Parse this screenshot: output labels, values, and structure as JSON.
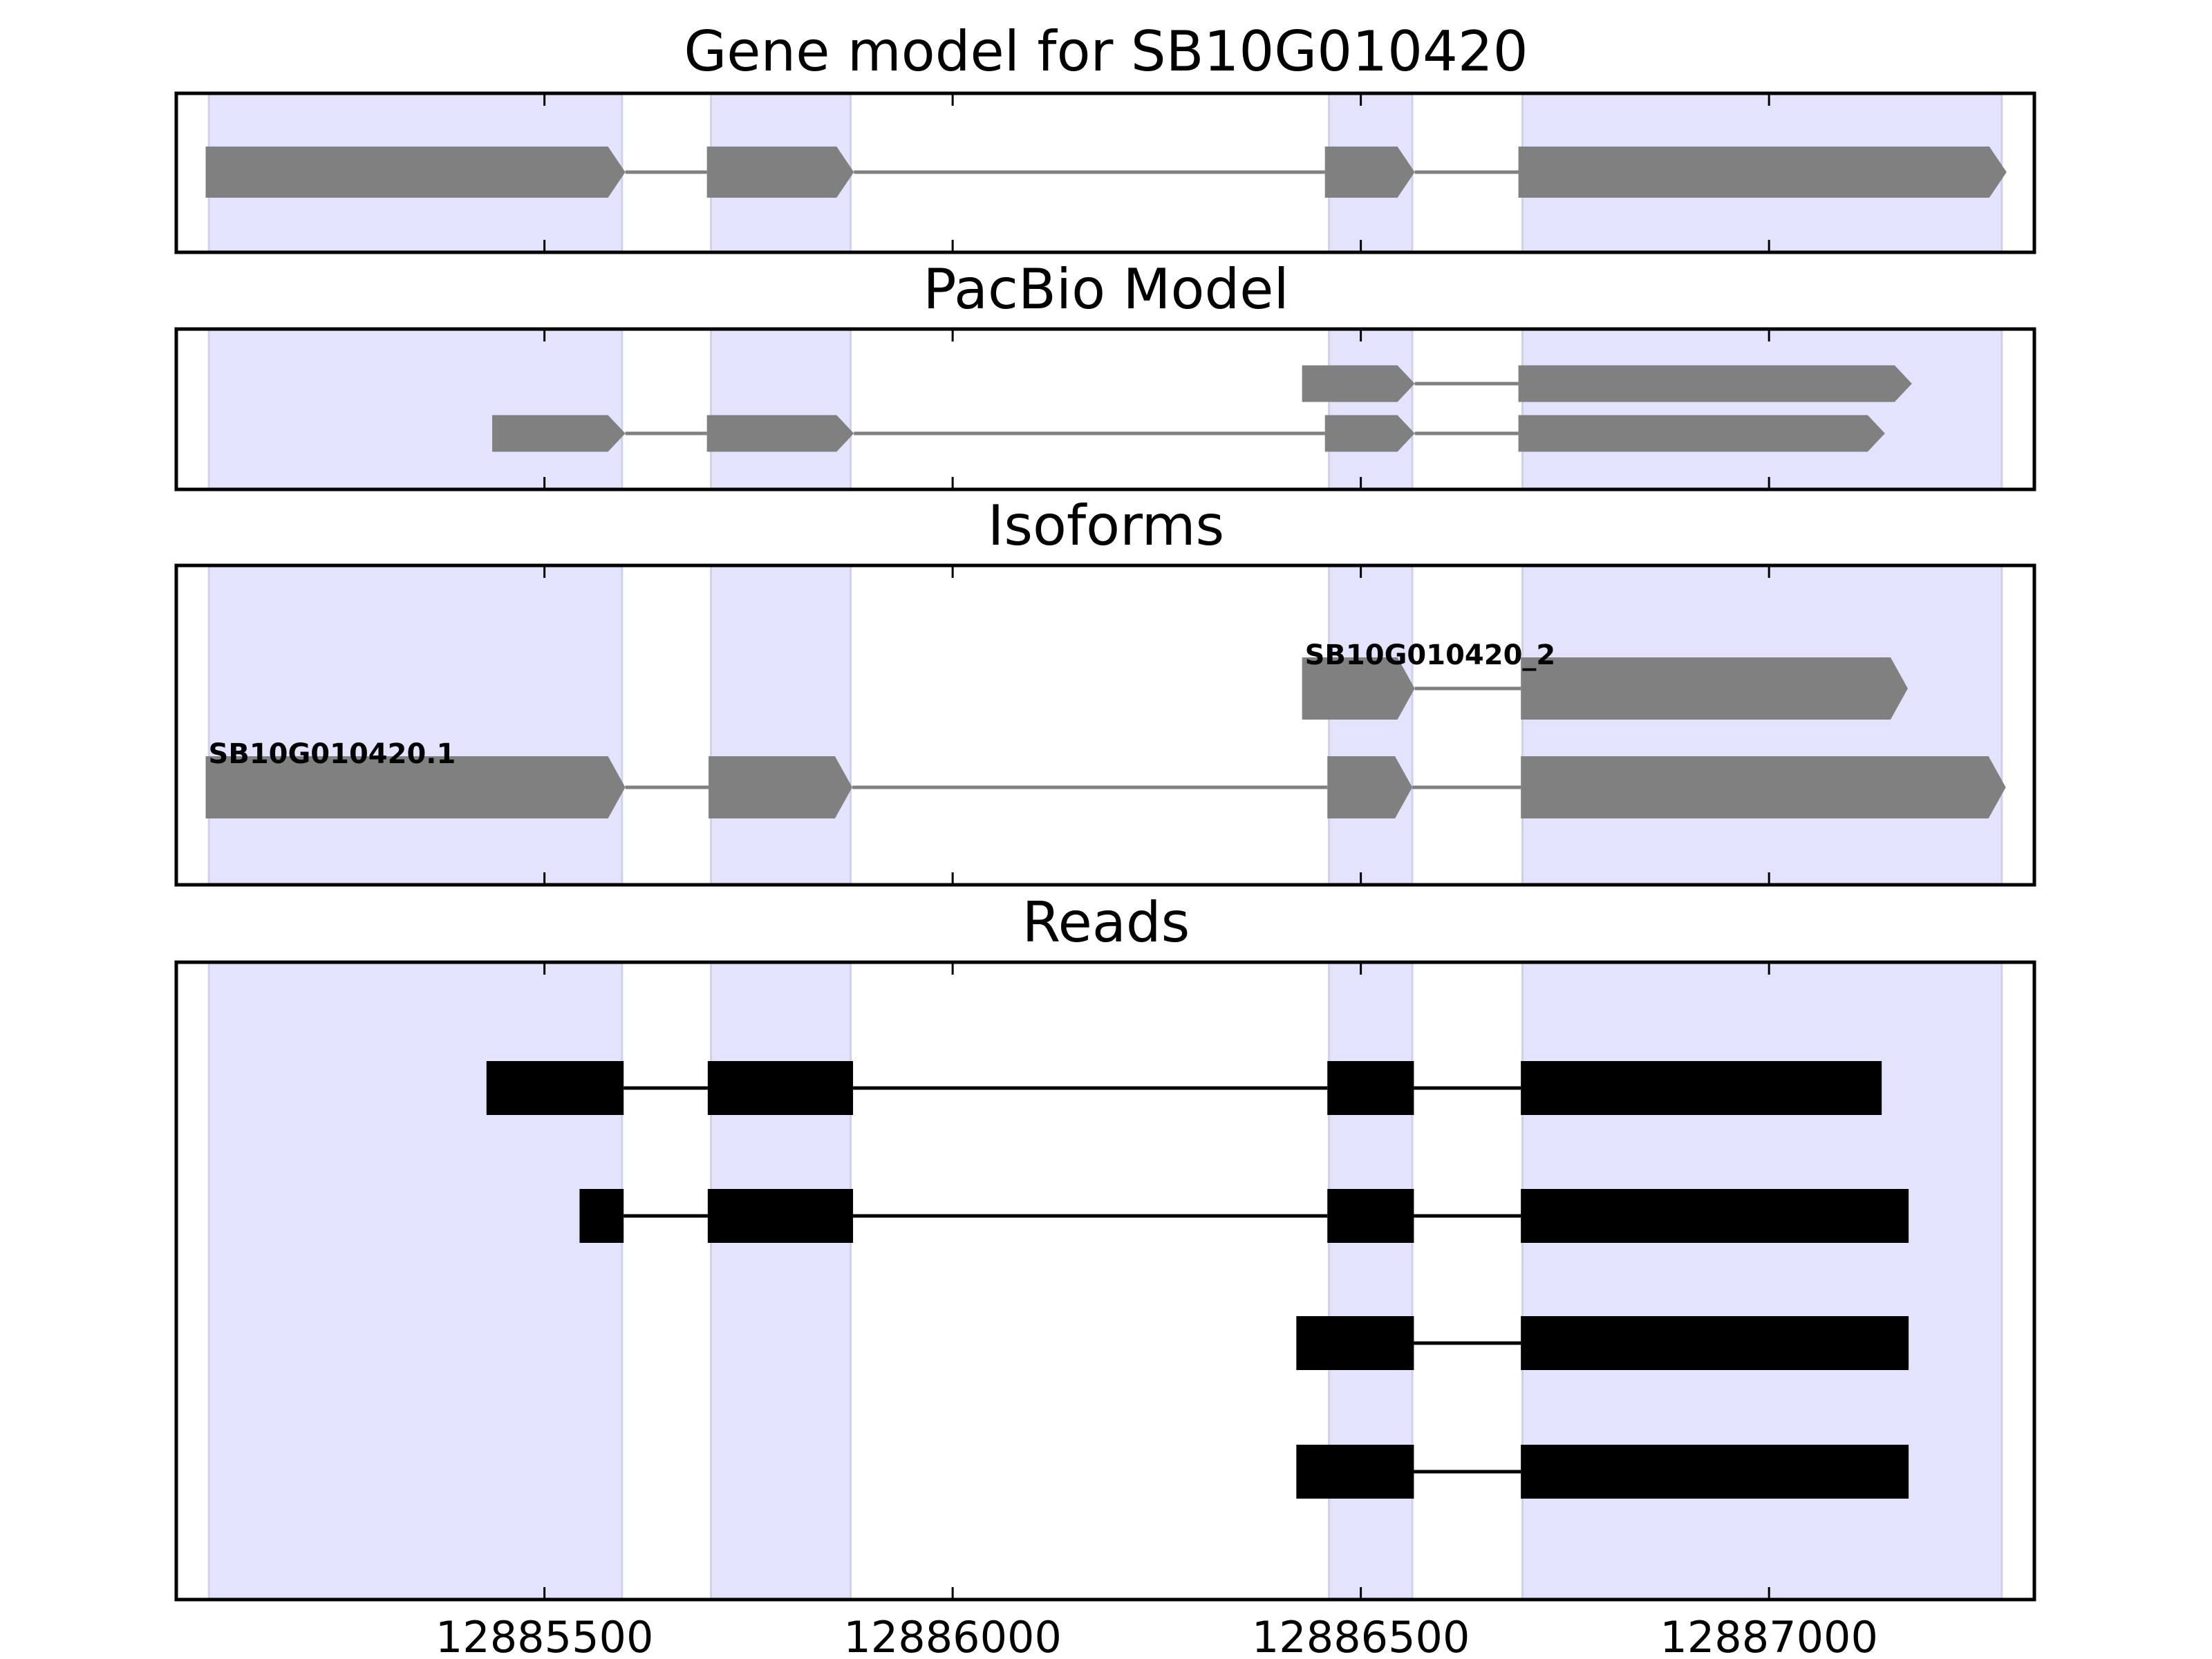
{
  "chart_data": {
    "type": "gene-track",
    "xlim": [
      12885049,
      12887325
    ],
    "x_ticks": [
      12885500,
      12886000,
      12886500,
      12887000
    ],
    "tick_labels": [
      "12885500",
      "12886000",
      "12886500",
      "12887000"
    ],
    "colors": {
      "shade": "#e3e3fd",
      "feature": "#808080",
      "read": "#000000"
    },
    "shaded_regions": [
      [
        12885089,
        12885595
      ],
      [
        12885704,
        12885875
      ],
      [
        12886461,
        12886563
      ],
      [
        12886698,
        12887285
      ]
    ],
    "panels": [
      {
        "title": "Gene model for SB10G010420",
        "style": "arrow",
        "rows": [
          {
            "exons": [
              [
                12885085,
                12885599
              ],
              [
                12885699,
                12885879
              ],
              [
                12886456,
                12886566
              ],
              [
                12886693,
                12887291
              ]
            ]
          }
        ]
      },
      {
        "title": "PacBio Model",
        "style": "arrow",
        "rows": [
          {
            "exons": [
              [
                12886428,
                12886566
              ],
              [
                12886693,
                12887175
              ]
            ]
          },
          {
            "exons": [
              [
                12885436,
                12885599
              ],
              [
                12885699,
                12885879
              ],
              [
                12886456,
                12886566
              ],
              [
                12886693,
                12887142
              ]
            ]
          }
        ]
      },
      {
        "title": "Isoforms",
        "style": "arrow",
        "rows": [
          {
            "label": "SB10G010420_2",
            "exons": [
              [
                12886428,
                12886566
              ],
              [
                12886696,
                12887170
              ]
            ]
          },
          {
            "label": "SB10G010420.1",
            "exons": [
              [
                12885085,
                12885599
              ],
              [
                12885701,
                12885877
              ],
              [
                12886459,
                12886563
              ],
              [
                12886696,
                12887290
              ]
            ]
          }
        ]
      },
      {
        "title": "Reads",
        "style": "block",
        "rows": [
          {
            "exons": [
              [
                12885429,
                12885597
              ],
              [
                12885700,
                12885878
              ],
              [
                12886459,
                12886565
              ],
              [
                12886696,
                12887138
              ]
            ]
          },
          {
            "exons": [
              [
                12885543,
                12885597
              ],
              [
                12885700,
                12885878
              ],
              [
                12886459,
                12886565
              ],
              [
                12886696,
                12887171
              ]
            ]
          },
          {
            "exons": [
              [
                12886421,
                12886565
              ],
              [
                12886696,
                12887171
              ]
            ]
          },
          {
            "exons": [
              [
                12886421,
                12886565
              ],
              [
                12886696,
                12887171
              ]
            ]
          }
        ]
      }
    ]
  }
}
